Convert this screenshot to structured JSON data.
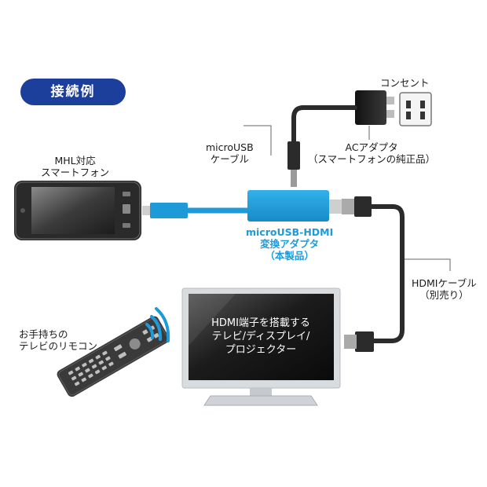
{
  "badge": {
    "label": "接続例"
  },
  "labels": {
    "outlet": "コンセント",
    "microusb_cable": [
      "microUSB",
      "ケーブル"
    ],
    "ac_adapter": [
      "ACアダプタ",
      "（スマートフォンの純正品）"
    ],
    "smartphone": [
      "MHL対応",
      "スマートフォン"
    ],
    "adapter": [
      "microUSB-HDMI",
      "変換アダプタ",
      "（本製品）"
    ],
    "hdmi_cable": [
      "HDMIケーブル",
      "（別売り）"
    ],
    "remote": [
      "お手持ちの",
      "テレビのリモコン"
    ],
    "tv_screen": [
      "HDMI端子を搭載する",
      "テレビ/ディスプレイ/",
      "プロジェクター"
    ]
  },
  "colors": {
    "badge": "#1d3f9c",
    "adapter": "#1f9ad8",
    "cable_dark": "#2b2b2b",
    "tv_body": "#d9dcdf"
  }
}
